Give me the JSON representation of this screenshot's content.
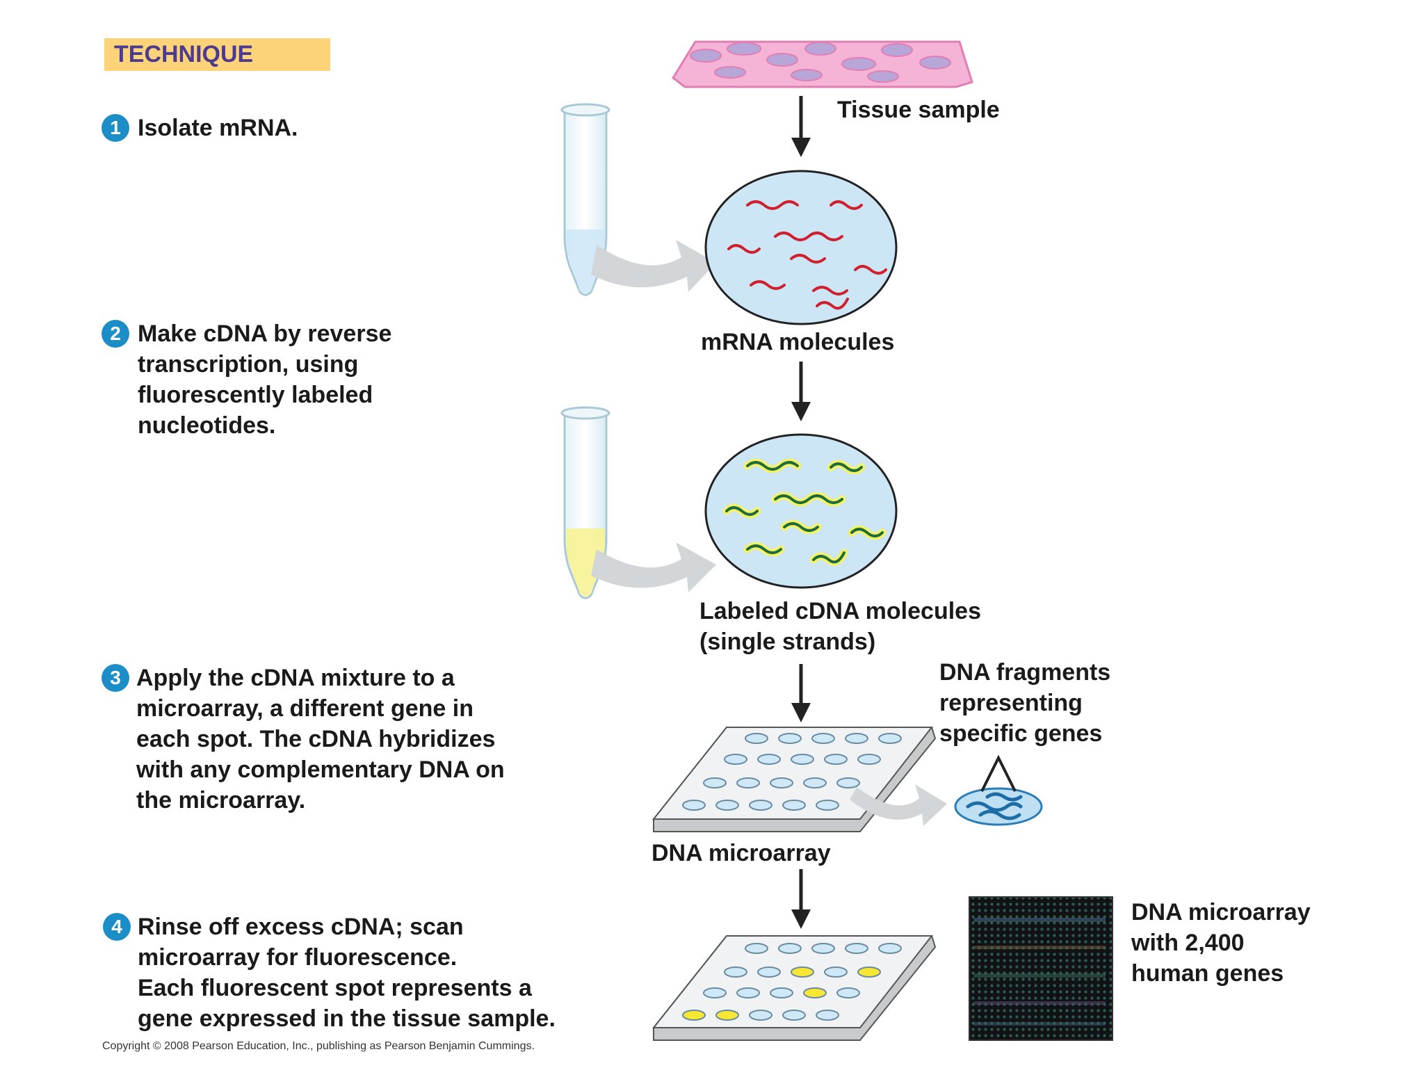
{
  "header": {
    "technique_label": "TECHNIQUE"
  },
  "steps": [
    {
      "number": "1",
      "text": "Isolate mRNA."
    },
    {
      "number": "2",
      "text": "Make cDNA by reverse\ntranscription, using\nfluorescently labeled\nnucleotides."
    },
    {
      "number": "3",
      "text": "Apply the cDNA mixture to a\nmicroarray, a different gene in\neach spot. The cDNA hybridizes\nwith any complementary DNA on\nthe microarray."
    },
    {
      "number": "4",
      "text": "Rinse off excess cDNA; scan\nmicroarray for fluorescence.\nEach fluorescent spot represents a\ngene expressed in the tissue sample."
    }
  ],
  "labels": {
    "tissue_sample": "Tissue sample",
    "mrna_molecules": "mRNA molecules",
    "labeled_cdna": "Labeled cDNA molecules\n(single strands)",
    "dna_fragments": "DNA fragments\nrepresenting\nspecific genes",
    "dna_microarray": "DNA microarray",
    "microarray_photo": "DNA microarray\nwith 2,400\nhuman genes"
  },
  "footer": {
    "copyright": "Copyright © 2008 Pearson Education, Inc., publishing as Pearson Benjamin Cummings."
  },
  "colors": {
    "technique_bg": "#fdd37a",
    "technique_text": "#4b3a8f",
    "step_number_bg": "#1c8ec7",
    "tissue_pink": "#f2a7cf",
    "mrna_red": "#d0202e",
    "cdna_green": "#1f6b3a",
    "cdna_glow": "#f3f36a",
    "molecule_bg": "#cde6f5",
    "spot_blue": "#cfe8f7",
    "spot_yellow": "#f7e632"
  }
}
